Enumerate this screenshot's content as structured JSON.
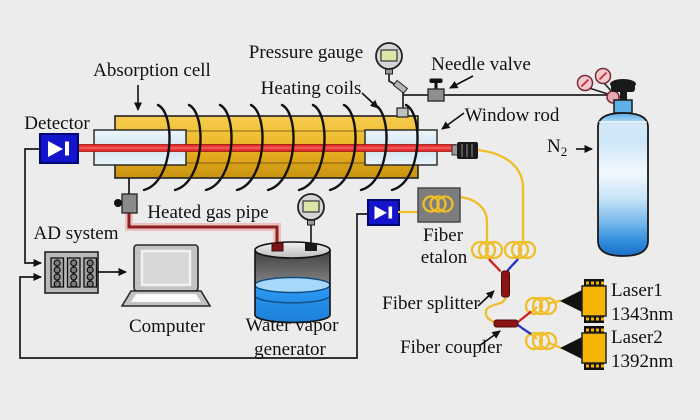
{
  "labels": {
    "absorption_cell": "Absorption cell",
    "pressure_gauge": "Pressure gauge",
    "heating_coils": "Heating coils",
    "needle_valve": "Needle valve",
    "window_rod": "Window rod",
    "detector": "Detector",
    "n2_base": "N",
    "n2_sub": "2",
    "heated_gas_pipe": "Heated gas pipe",
    "ad_system": "AD system",
    "computer": "Computer",
    "water_vapor_generator_line1": "Water vapor",
    "water_vapor_generator_line2": "generator",
    "fiber_etalon_line1": "Fiber",
    "fiber_etalon_line2": "etalon",
    "fiber_splitter": "Fiber splitter",
    "fiber_coupler": "Fiber coupler",
    "laser1_name": "Laser1",
    "laser1_wavelength": "1343nm",
    "laser2_name": "Laser2",
    "laser2_wavelength": "1392nm"
  },
  "colors": {
    "background": "#ececec",
    "cell_gold": "#f0be35",
    "fiber_yellow": "#f0be28",
    "beam_red": "#e12b2b",
    "detector_blue": "#1414cc",
    "heated_pipe_red": "#8e1f1f",
    "water_blue": "#2d9cf5",
    "cylinder_blue": "#1d6fc6",
    "laser_body_gold": "#f5b500",
    "splitter_red": "#8b1414",
    "fiber_arm_red": "#cc2222",
    "fiber_arm_blue": "#2233cc"
  }
}
